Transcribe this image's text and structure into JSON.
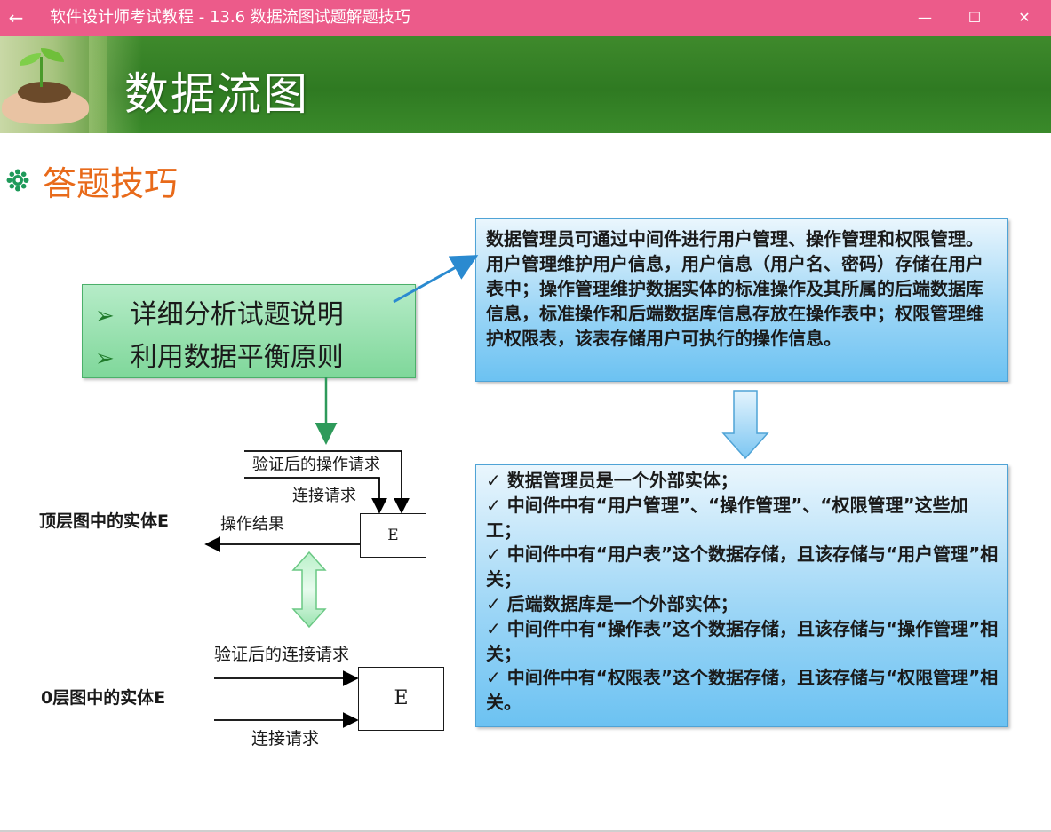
{
  "window": {
    "title": "软件设计师考试教程 - 13.6  数据流图试题解题技巧",
    "back_glyph": "←",
    "minimize_glyph": "—",
    "maximize_glyph": "☐",
    "close_glyph": "✕",
    "titlebar_color": "#ec5b8a"
  },
  "slide": {
    "heading": "数据流图",
    "section_title": "答题技巧",
    "tips": [
      "详细分析试题说明",
      "利用数据平衡原则"
    ],
    "tip_bullet": "➢",
    "description": "数据管理员可通过中间件进行用户管理、操作管理和权限管理。用户管理维护用户信息，用户信息（用户名、密码）存储在用户表中；操作管理维护数据实体的标准操作及其所属的后端数据库信息，标准操作和后端数据库信息存放在操作表中；权限管理维护权限表，该表存储用户可执行的操作信息。",
    "analysis_lines": [
      "✓ 数据管理员是一个外部实体；",
      "✓ 中间件中有“用户管理”、“操作管理”、“权限管理”这些加工；",
      "✓ 中间件中有“用户表”这个数据存储，且该存储与“用户管理”相关；",
      "✓ 后端数据库是一个外部实体；",
      "✓ 中间件中有“操作表”这个数据存储，且该存储与“操作管理”相关；",
      "✓ 中间件中有“权限表”这个数据存储，且该存储与“权限管理”相关。"
    ],
    "top_diagram": {
      "caption": "顶层图中的实体E",
      "flow_verified_op": "验证后的操作请求",
      "flow_connect": "连接请求",
      "flow_result": "操作结果",
      "entity": "E"
    },
    "level0_diagram": {
      "caption": "0层图中的实体E",
      "flow_verified_connect": "验证后的连接请求",
      "flow_connect": "连接请求",
      "entity": "E"
    },
    "colors": {
      "heading_banner": "#3f8a2c",
      "section_title": "#e86a1a",
      "tip_box": "#7fd79a",
      "info_box": "#6cc2f2"
    },
    "icons": {
      "section": "gear-flower-icon",
      "down_arrow": "down-arrow-icon",
      "double_arrow": "double-arrow-icon"
    }
  }
}
